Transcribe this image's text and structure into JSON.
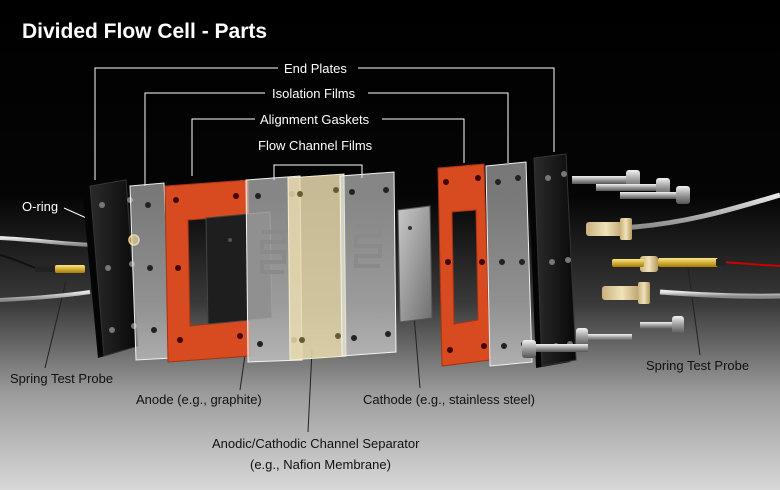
{
  "title": "Divided Flow Cell - Parts",
  "labels": {
    "end_plates": "End Plates",
    "isolation_films": "Isolation Films",
    "alignment_gaskets": "Alignment Gaskets",
    "flow_channel_films": "Flow Channel Films",
    "o_ring": "O-ring",
    "spring_test_probe_left": "Spring Test Probe",
    "spring_test_probe_right": "Spring Test Probe",
    "anode": "Anode (e.g., graphite)",
    "cathode": "Cathode (e.g., stainless steel)",
    "separator_line1": "Anodic/Cathodic Channel Separator",
    "separator_line2": "(e.g., Nafion Membrane)"
  },
  "colors": {
    "end_plate": "#111111",
    "gasket": "#d84a20",
    "membrane": "#e9dcae",
    "film": "#dcdcdc",
    "graphite": "#1e1e1e",
    "steel": "#9a9a9a",
    "probe_gold": "#d4a017"
  }
}
